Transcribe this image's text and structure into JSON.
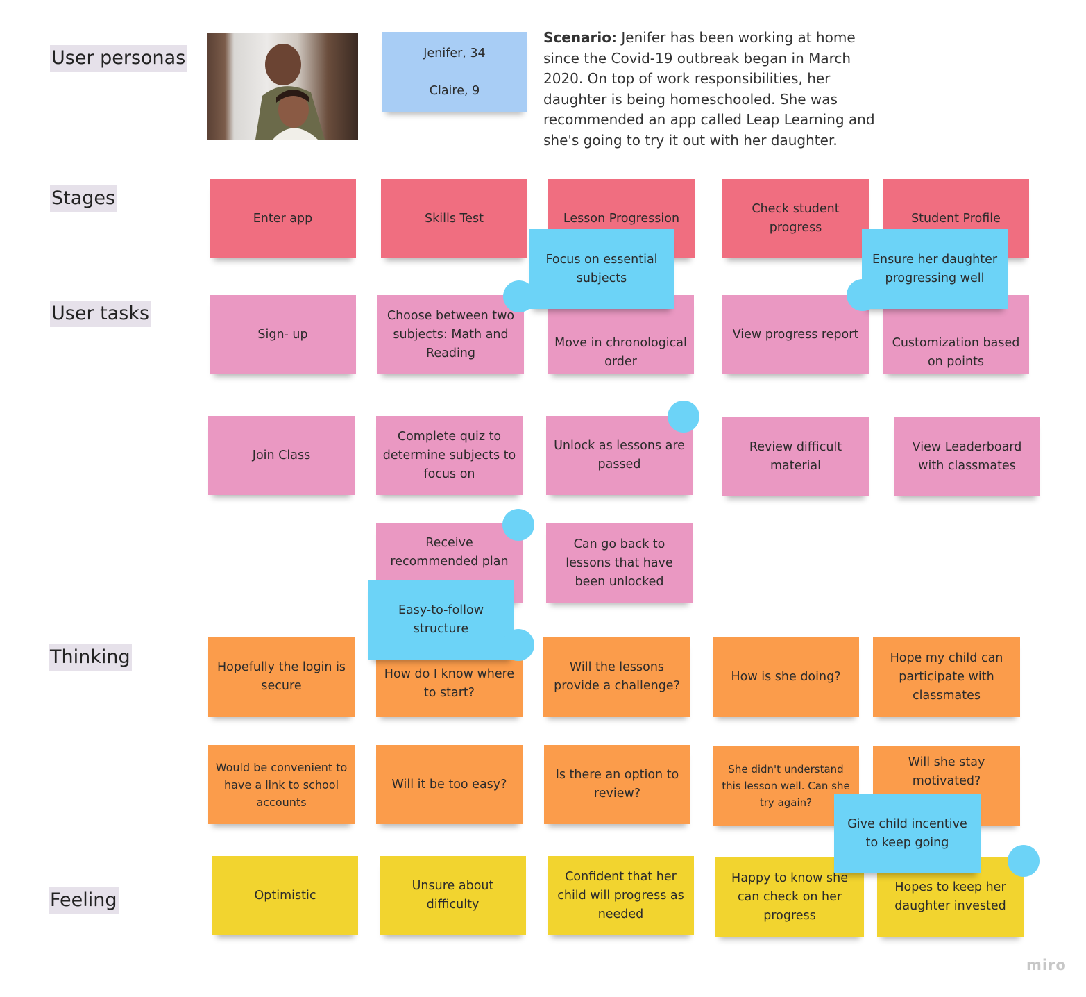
{
  "row_labels": {
    "personas": "User personas",
    "stages": "Stages",
    "tasks": "User tasks",
    "thinking": "Thinking",
    "feeling": "Feeling"
  },
  "persona": {
    "name1": "Jenifer, 34",
    "name2": "Claire, 9"
  },
  "scenario": {
    "label": "Scenario:",
    "text": " Jenifer has been working at home since  the Covid-19 outbreak began in March 2020. On top of work responsibilities, her daughter is being homeschooled. She was recommended an app called Leap Learning and she's going to try it out with her daughter."
  },
  "stages": [
    "Enter app",
    "Skills Test",
    "Lesson Progression",
    "Check student progress",
    "Student Profile"
  ],
  "tasks_row1": [
    "Sign- up",
    "Choose between two subjects: Math and Reading",
    "Move in chronological order",
    "View progress report",
    "Customization based on points"
  ],
  "tasks_row2": [
    "Join Class",
    "Complete quiz to determine  subjects to focus on",
    "Unlock as lessons are passed",
    "Review difficult material",
    "View Leaderboard with classmates"
  ],
  "tasks_row3": [
    "Receive recommended plan",
    "Can go back to lessons that have been unlocked"
  ],
  "thinking_row1": [
    "Hopefully the login is secure",
    "How do I know where to start?",
    "Will the lessons provide a challenge?",
    "How is she doing?",
    "Hope my child can participate with classmates"
  ],
  "thinking_row2": [
    "Would be convenient to have a link to school accounts",
    "Will it be too easy?",
    "Is there an option to review?",
    "She didn't understand this lesson well. Can she try again?",
    "Will she stay motivated?"
  ],
  "feeling": [
    "Optimistic",
    "Unsure about difficulty",
    "Confident that her child will progress as needed",
    "Happy to know she can check on her progress",
    "Hopes to keep her daughter invested"
  ],
  "opportunities": [
    "Focus on essential subjects",
    "Ensure her daughter progressing well",
    "Easy-to-follow structure",
    "Give child incentive to keep going"
  ],
  "brand": "miro",
  "colors": {
    "stage": "#f06e80",
    "task": "#ea98c2",
    "thinking": "#fb9c4b",
    "feeling": "#f2d42f",
    "opportunity": "#6cd3f7",
    "persona": "#a8cdf5"
  }
}
